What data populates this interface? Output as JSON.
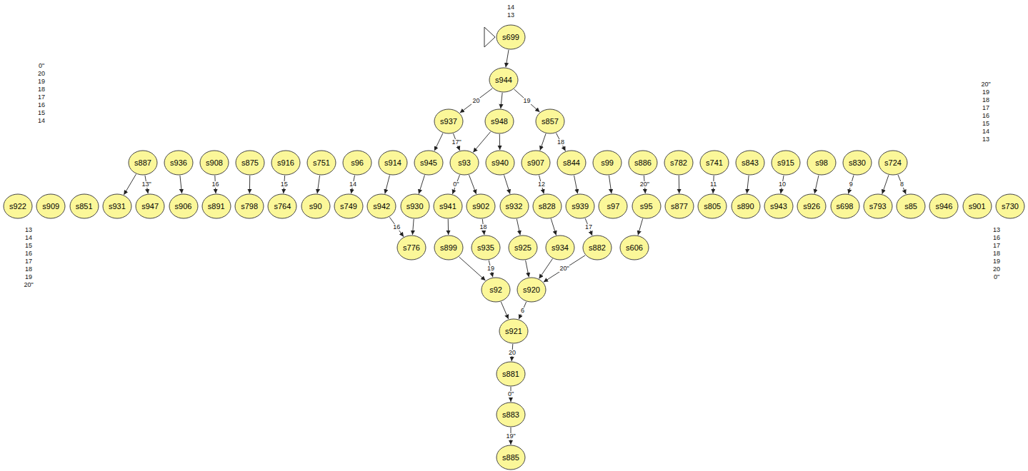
{
  "diagram": {
    "nodes": [
      {
        "text": [
          "s699"
        ]
      },
      {
        "text": [
          "s944"
        ]
      },
      {
        "text": [
          "s937"
        ]
      },
      {
        "text": [
          "s948"
        ]
      },
      {
        "text": [
          "s857"
        ]
      },
      {
        "text": [
          "s887"
        ]
      },
      {
        "text": [
          "s936"
        ]
      },
      {
        "text": [
          "s908"
        ]
      },
      {
        "text": [
          "s875"
        ]
      },
      {
        "text": [
          "s916"
        ]
      },
      {
        "text": [
          "s751"
        ]
      },
      {
        "text": [
          "s96"
        ]
      },
      {
        "text": [
          "s914"
        ]
      },
      {
        "text": [
          "s945"
        ]
      },
      {
        "text": [
          "s93"
        ]
      },
      {
        "text": [
          "s940"
        ]
      },
      {
        "text": [
          "s907"
        ]
      },
      {
        "text": [
          "s844"
        ]
      },
      {
        "text": [
          "s99"
        ]
      },
      {
        "text": [
          "s886"
        ]
      },
      {
        "text": [
          "s782"
        ]
      },
      {
        "text": [
          "s741"
        ]
      },
      {
        "text": [
          "s843"
        ]
      },
      {
        "text": [
          "s915"
        ]
      },
      {
        "text": [
          "s98"
        ]
      },
      {
        "text": [
          "s830"
        ]
      },
      {
        "text": [
          "s724"
        ]
      },
      {
        "text": [
          "s922"
        ]
      },
      {
        "text": [
          "s909"
        ]
      },
      {
        "text": [
          "s851"
        ]
      },
      {
        "text": [
          "s931"
        ]
      },
      {
        "text": [
          "s947"
        ]
      },
      {
        "text": [
          "s906"
        ]
      },
      {
        "text": [
          "s891"
        ]
      },
      {
        "text": [
          "s798"
        ]
      },
      {
        "text": [
          "s764"
        ]
      },
      {
        "text": [
          "s90"
        ]
      },
      {
        "text": [
          "s749"
        ]
      },
      {
        "text": [
          "s942"
        ]
      },
      {
        "text": [
          "s930"
        ]
      },
      {
        "text": [
          "s941"
        ]
      },
      {
        "text": [
          "s902"
        ]
      },
      {
        "text": [
          "s932"
        ]
      },
      {
        "text": [
          "s828"
        ]
      },
      {
        "text": [
          "s939"
        ]
      },
      {
        "text": [
          "s97"
        ]
      },
      {
        "text": [
          "s95"
        ]
      },
      {
        "text": [
          "s877"
        ]
      },
      {
        "text": [
          "s805"
        ]
      },
      {
        "text": [
          "s890"
        ]
      },
      {
        "text": [
          "s943"
        ]
      },
      {
        "text": [
          "s926"
        ]
      },
      {
        "text": [
          "s698"
        ]
      },
      {
        "text": [
          "s793"
        ]
      },
      {
        "text": [
          "s85"
        ]
      },
      {
        "text": [
          "s946"
        ]
      },
      {
        "text": [
          "s901"
        ]
      },
      {
        "text": [
          "s730"
        ]
      },
      {
        "text": [
          "s776"
        ]
      },
      {
        "text": [
          "s899"
        ]
      },
      {
        "text": [
          "s935"
        ]
      },
      {
        "text": [
          "s925"
        ]
      },
      {
        "text": [
          "s934"
        ]
      },
      {
        "text": [
          "s882"
        ]
      },
      {
        "text": [
          "s606"
        ]
      },
      {
        "text": [
          "s92"
        ]
      },
      {
        "text": [
          "s920"
        ]
      },
      {
        "text": [
          "s921"
        ]
      },
      {
        "text": [
          "s881"
        ]
      },
      {
        "text": [
          "s883"
        ]
      },
      {
        "text": [
          "s885"
        ]
      }
    ],
    "edges": [
      {
        "from": 0,
        "to": 1,
        "arrow": "to"
      },
      {
        "from": 1,
        "to": 2,
        "arrow": "to",
        "label": "20"
      },
      {
        "from": 1,
        "to": 3,
        "arrow": "to"
      },
      {
        "from": 1,
        "to": 4,
        "arrow": "to",
        "label": "19"
      },
      {
        "from": 2,
        "to": 13,
        "arrow": "to"
      },
      {
        "from": 2,
        "to": 14,
        "arrow": "to",
        "label": "17\""
      },
      {
        "from": 3,
        "to": 14,
        "arrow": "to"
      },
      {
        "from": 3,
        "to": 15,
        "arrow": "to"
      },
      {
        "from": 4,
        "to": 16,
        "arrow": "to"
      },
      {
        "from": 4,
        "to": 17,
        "arrow": "to",
        "label": "18"
      },
      {
        "from": 5,
        "to": 30,
        "arrow": "to"
      },
      {
        "from": 5,
        "to": 31,
        "arrow": "to",
        "label": "13\""
      },
      {
        "from": 6,
        "to": 32,
        "arrow": "to"
      },
      {
        "from": 7,
        "to": 33,
        "arrow": "to",
        "label": "16"
      },
      {
        "from": 8,
        "to": 34,
        "arrow": "to"
      },
      {
        "from": 9,
        "to": 35,
        "arrow": "to",
        "label": "15"
      },
      {
        "from": 10,
        "to": 36,
        "arrow": "to"
      },
      {
        "from": 11,
        "to": 37,
        "arrow": "to",
        "label": "14"
      },
      {
        "from": 12,
        "to": 38,
        "arrow": "to"
      },
      {
        "from": 13,
        "to": 39,
        "arrow": "to"
      },
      {
        "from": 14,
        "to": 40,
        "arrow": "to",
        "label": "0\""
      },
      {
        "from": 14,
        "to": 41,
        "arrow": "to"
      },
      {
        "from": 15,
        "to": 42,
        "arrow": "to"
      },
      {
        "from": 16,
        "to": 43,
        "arrow": "to",
        "label": "12"
      },
      {
        "from": 17,
        "to": 44,
        "arrow": "to"
      },
      {
        "from": 18,
        "to": 45,
        "arrow": "to"
      },
      {
        "from": 19,
        "to": 46,
        "arrow": "to",
        "label": "20\""
      },
      {
        "from": 20,
        "to": 47,
        "arrow": "to"
      },
      {
        "from": 21,
        "to": 48,
        "arrow": "to",
        "label": "11"
      },
      {
        "from": 22,
        "to": 49,
        "arrow": "to"
      },
      {
        "from": 23,
        "to": 50,
        "arrow": "to",
        "label": "10"
      },
      {
        "from": 24,
        "to": 51,
        "arrow": "to"
      },
      {
        "from": 25,
        "to": 52,
        "arrow": "to",
        "label": "9"
      },
      {
        "from": 26,
        "to": 53,
        "arrow": "to"
      },
      {
        "from": 26,
        "to": 54,
        "arrow": "to",
        "label": "8"
      },
      {
        "from": 38,
        "to": 58,
        "arrow": "to",
        "label": "16"
      },
      {
        "from": 39,
        "to": 58,
        "arrow": "to"
      },
      {
        "from": 40,
        "to": 59,
        "arrow": "to"
      },
      {
        "from": 41,
        "to": 60,
        "arrow": "to",
        "label": "18"
      },
      {
        "from": 42,
        "to": 61,
        "arrow": "to"
      },
      {
        "from": 43,
        "to": 62,
        "arrow": "to"
      },
      {
        "from": 44,
        "to": 63,
        "arrow": "to",
        "label": "17"
      },
      {
        "from": 46,
        "to": 64,
        "arrow": "to"
      },
      {
        "from": 59,
        "to": 65,
        "arrow": "to"
      },
      {
        "from": 60,
        "to": 65,
        "arrow": "to",
        "label": "19"
      },
      {
        "from": 61,
        "to": 66,
        "arrow": "to"
      },
      {
        "from": 62,
        "to": 66,
        "arrow": "to"
      },
      {
        "from": 63,
        "to": 66,
        "arrow": "to",
        "label": "20\""
      },
      {
        "from": 65,
        "to": 67,
        "arrow": "to"
      },
      {
        "from": 66,
        "to": 67,
        "arrow": "to",
        "label": "6"
      },
      {
        "from": 67,
        "to": 68,
        "arrow": "to",
        "label": "20"
      },
      {
        "from": 68,
        "to": 69,
        "arrow": "to",
        "label": "0\""
      },
      {
        "from": 69,
        "to": 70,
        "arrow": "to",
        "label": "19\""
      }
    ],
    "labels": [
      "14",
      "13",
      "0\"",
      "20",
      "19",
      "18",
      "17",
      "16",
      "15",
      "14",
      "13",
      "14",
      "15",
      "16",
      "17",
      "18",
      "19",
      "20\"",
      "20\"",
      "19",
      "18",
      "17",
      "16",
      "15",
      "14",
      "13",
      "13",
      "16",
      "17",
      "18",
      "19",
      "20",
      "0\""
    ]
  }
}
